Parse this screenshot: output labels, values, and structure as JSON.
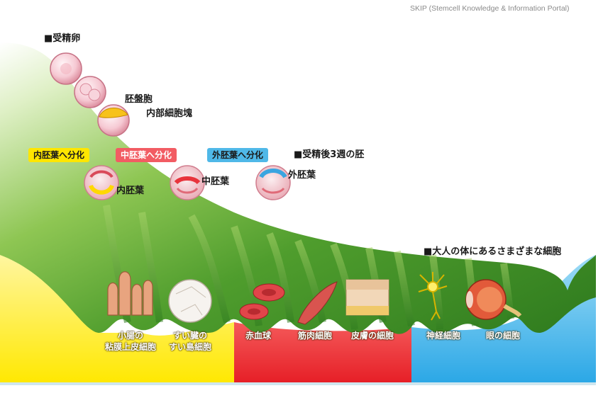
{
  "credit": "SKIP (Stemcell Knowledge & Information Portal)",
  "headings": {
    "fertilized_egg": "■受精卵",
    "week3": "■受精後3週の胚",
    "adult": "■大人の体にあるさまざまな細胞"
  },
  "blastocyst": {
    "title": "胚盤胞",
    "inner": "内部細胞塊"
  },
  "germ_layers": [
    {
      "badge": "内胚葉へ分化",
      "label": "内胚葉",
      "color": "#ffe600",
      "text_color": "#1a1a1a"
    },
    {
      "badge": "中胚葉へ分化",
      "label": "中胚葉",
      "color": "#f25c63",
      "text_color": "#ffffff"
    },
    {
      "badge": "外胚葉へ分化",
      "label": "外胚葉",
      "color": "#4fb8e8",
      "text_color": "#1a1a1a"
    }
  ],
  "cells": {
    "small_intestine": "小腸の\n粘膜上皮細胞",
    "pancreas": "すい臓の\nすい島細胞",
    "red_blood": "赤血球",
    "muscle": "筋肉細胞",
    "skin": "皮膚の細胞",
    "nerve": "神経細胞",
    "eye": "眼の細胞"
  },
  "colors": {
    "endoderm": "#ffee00",
    "mesoderm": "#ee2b2b",
    "ectoderm": "#35aee8",
    "landscape": "#3f9a2a"
  }
}
